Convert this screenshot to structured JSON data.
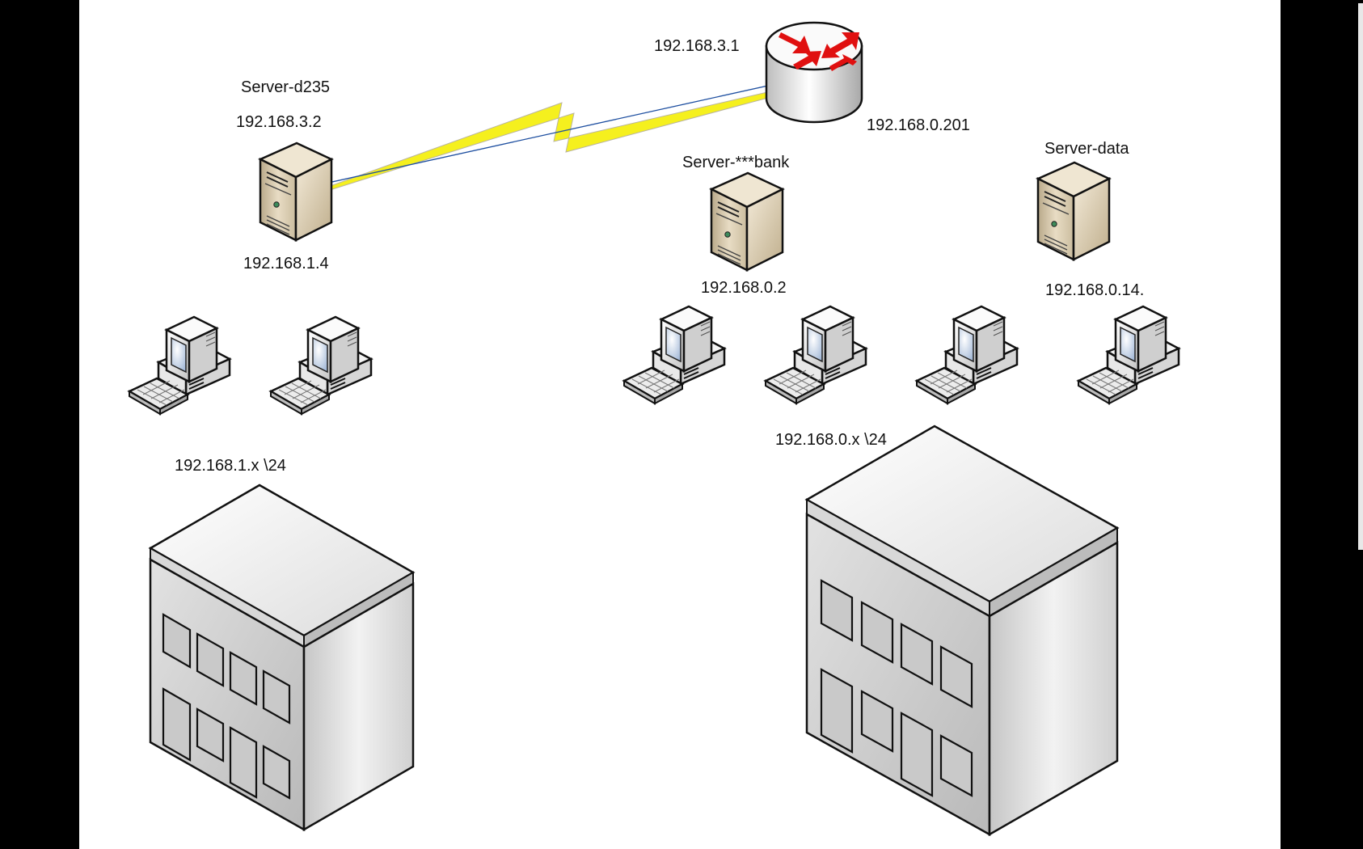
{
  "colors": {
    "background": "#ffffff",
    "frame": "#000000",
    "router_arrow": "#e01010",
    "wan_link": "#f5f01e"
  },
  "icons": {
    "router": "router-icon",
    "server": "server-tower-icon",
    "workstation": "desktop-computer-icon",
    "building": "office-building-icon",
    "wan_link": "lightning-bolt-link-icon"
  },
  "router": {
    "ip_wan": "192.168.3.1",
    "ip_lan": "192.168.0.201"
  },
  "servers": [
    {
      "name": "Server-d235",
      "ip_wan": "192.168.3.2",
      "ip_lan": "192.168.1.4"
    },
    {
      "name": "Server-***bank",
      "ip": "192.168.0.2"
    },
    {
      "name": "Server-data",
      "ip": "192.168.0.14."
    }
  ],
  "subnets": [
    {
      "label": "192.168.1.x \\24"
    },
    {
      "label": "192.168.0.x \\24"
    }
  ]
}
